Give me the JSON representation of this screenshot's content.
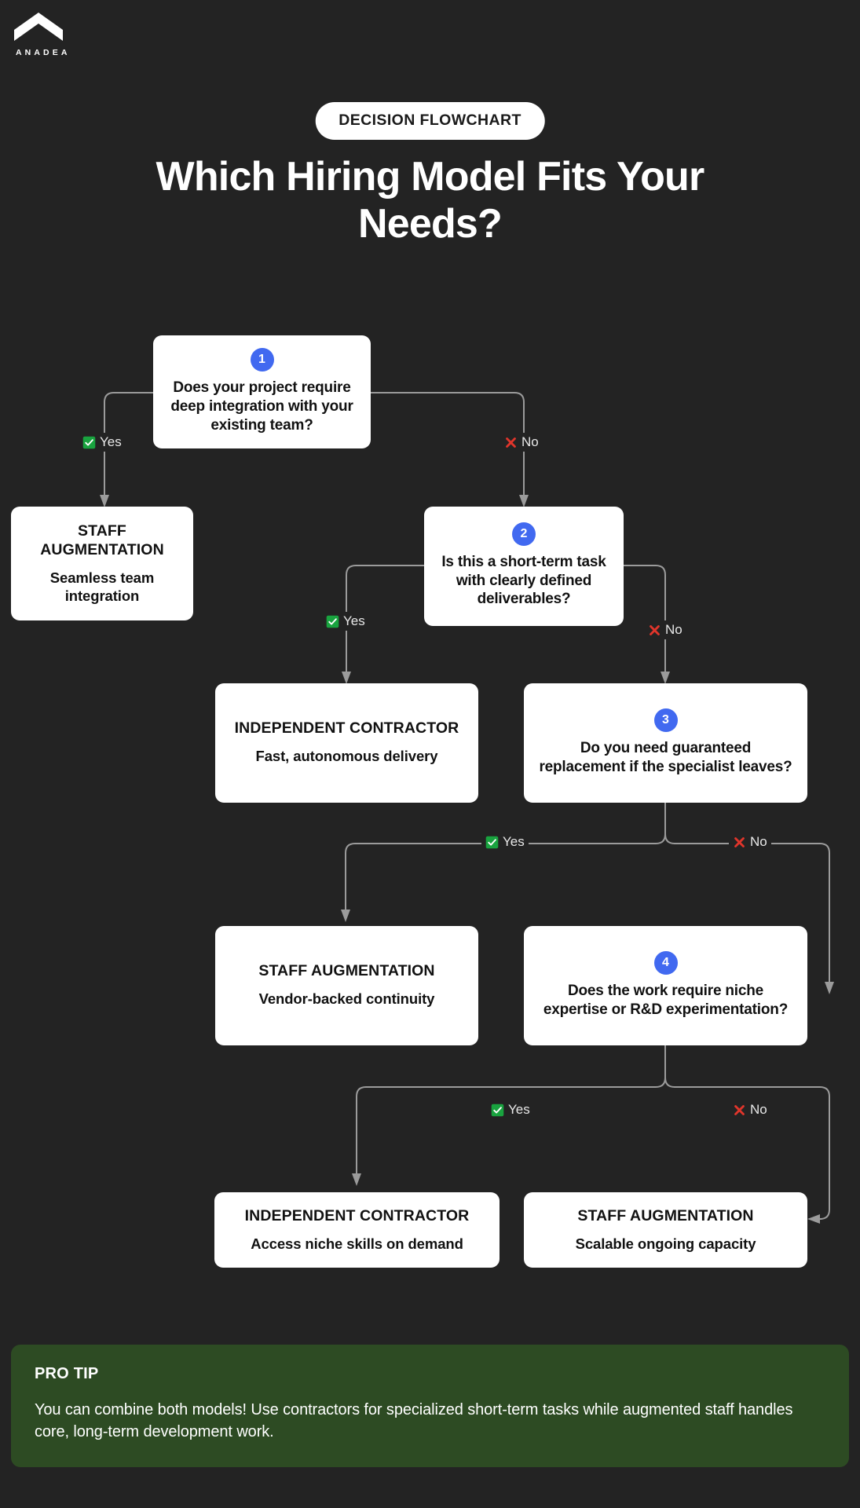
{
  "brand": {
    "name": "ANADEA",
    "logo_icon": "chevron-mark-icon"
  },
  "header": {
    "badge": "DECISION FLOWCHART",
    "title": "Which Hiring Model Fits Your Needs?"
  },
  "theme": {
    "background": "#232323",
    "card_bg": "#ffffff",
    "card_text": "#111111",
    "step_badge": "#4169f0",
    "connector": "#9b9b9b",
    "yes_green": "#22b14c",
    "no_red": "#e0352b",
    "protip_bg": "#2d4b23",
    "title_text": "#ffffff"
  },
  "flow": {
    "questions": [
      {
        "step": "1",
        "text": "Does your project require deep integration with your existing team?"
      },
      {
        "step": "2",
        "text": "Is this a short-term task with clearly defined deliverables?"
      },
      {
        "step": "3",
        "text": "Do you need guaranteed replacement if the specialist leaves?"
      },
      {
        "step": "4",
        "text": "Does the work require niche expertise or R&D experimentation?"
      }
    ],
    "outcomes": [
      {
        "title": "STAFF AUGMENTATION",
        "subtitle": "Seamless team integration"
      },
      {
        "title": "INDEPENDENT CONTRACTOR",
        "subtitle": "Fast, autonomous delivery"
      },
      {
        "title": "STAFF AUGMENTATION",
        "subtitle": "Vendor-backed continuity"
      },
      {
        "title": "INDEPENDENT CONTRACTOR",
        "subtitle": "Access niche skills on demand"
      },
      {
        "title": "STAFF AUGMENTATION",
        "subtitle": "Scalable ongoing capacity"
      }
    ],
    "edges": [
      {
        "id": "q1-yes",
        "label": "Yes",
        "icon": "check-mark-button-icon"
      },
      {
        "id": "q1-no",
        "label": "No",
        "icon": "cross-mark-icon"
      },
      {
        "id": "q2-yes",
        "label": "Yes",
        "icon": "check-mark-button-icon"
      },
      {
        "id": "q2-no",
        "label": "No",
        "icon": "cross-mark-icon"
      },
      {
        "id": "q3-yes",
        "label": "Yes",
        "icon": "check-mark-button-icon"
      },
      {
        "id": "q3-no",
        "label": "No",
        "icon": "cross-mark-icon"
      },
      {
        "id": "q4-yes",
        "label": "Yes",
        "icon": "check-mark-button-icon"
      },
      {
        "id": "q4-no",
        "label": "No",
        "icon": "cross-mark-icon"
      }
    ]
  },
  "protip": {
    "title": "PRO TIP",
    "body": "You can combine both models! Use contractors for specialized short-term tasks while augmented staff handles core, long-term development work."
  }
}
